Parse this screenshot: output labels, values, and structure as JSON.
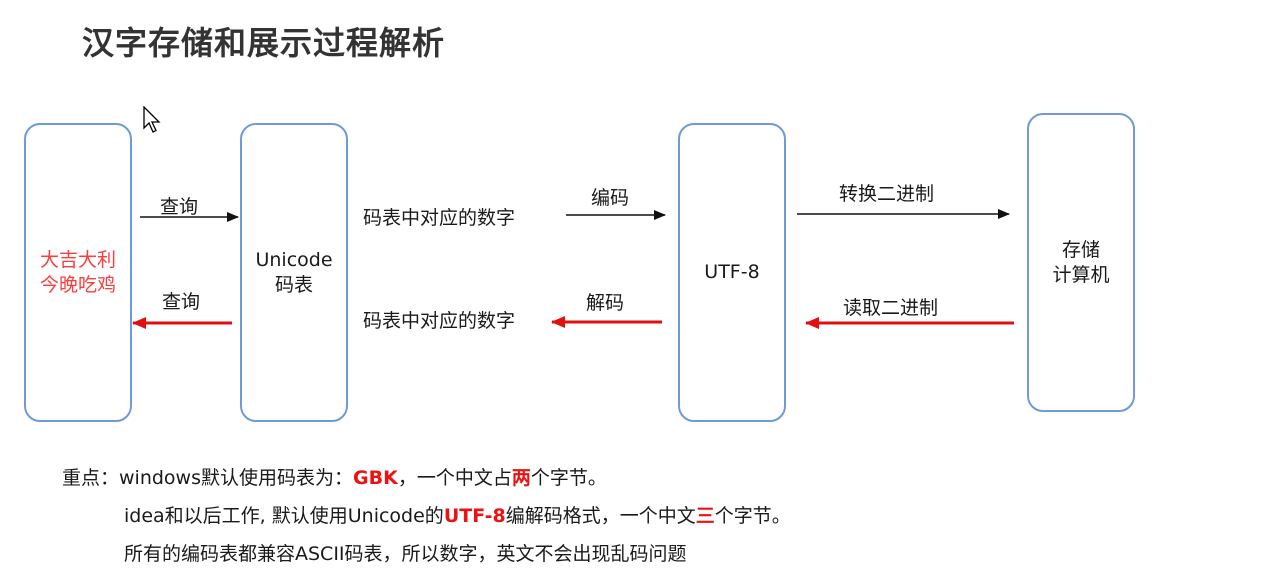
{
  "title": "汉字存储和展示过程解析",
  "boxes": {
    "source": {
      "line1": "大吉大利",
      "line2": "今晚吃鸡"
    },
    "unicode": {
      "line1": "Unicode",
      "line2": "码表"
    },
    "utf8": {
      "line1": "UTF-8"
    },
    "storage": {
      "line1": "存储",
      "line2": "计算机"
    }
  },
  "arrows": {
    "lookup_forward": "查询",
    "lookup_back": "查询",
    "code_number_top": "码表中对应的数字",
    "code_number_bottom": "码表中对应的数字",
    "encode": "编码",
    "decode": "解码",
    "to_binary": "转换二进制",
    "read_binary": "读取二进制"
  },
  "notes": {
    "line1": {
      "prefix": "重点：windows默认使用码表为：",
      "hl1": "GBK",
      "mid": "，一个中文占",
      "hl2": "两",
      "suffix": "个字节。"
    },
    "line2": {
      "prefix": "idea和以后工作, 默认使用Unicode的",
      "hl1": "UTF-8",
      "mid": "编解码格式，一个中文",
      "hl2": "三",
      "suffix": "个字节。"
    },
    "line3": {
      "text": "所有的编码表都兼容ASCII码表，所以数字，英文不会出现乱码问题"
    }
  },
  "colors": {
    "box_border": "#6f9ad6",
    "forward_arrow": "#111111",
    "back_arrow": "#e01010",
    "highlight": "#ee1111",
    "source_text": "#ff3b3b"
  },
  "icons": {
    "cursor": "mouse-pointer-icon"
  }
}
